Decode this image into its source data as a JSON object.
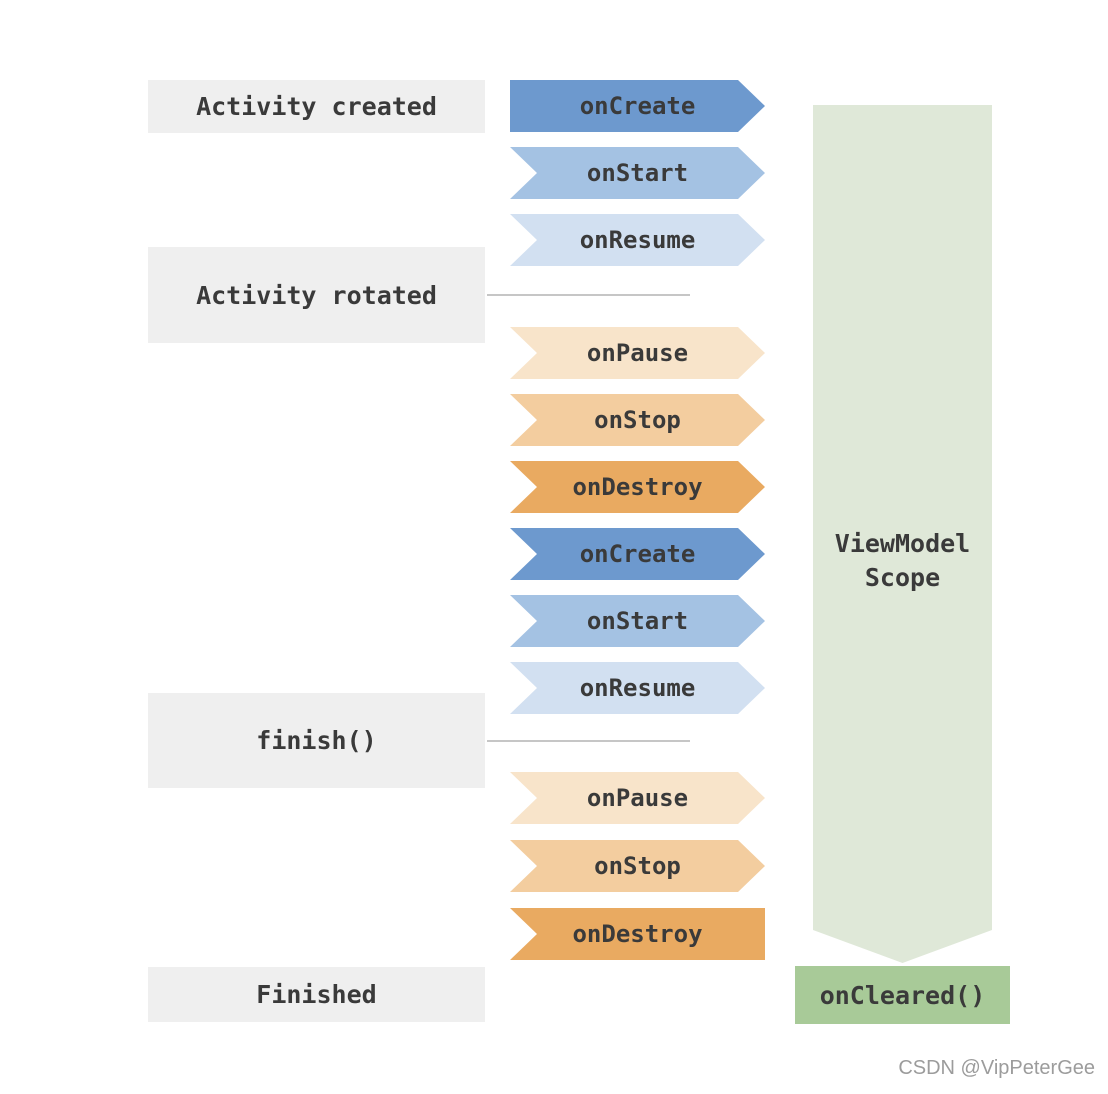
{
  "colors": {
    "blue-dark": "#6d99ce",
    "blue-mid": "#a4c2e3",
    "blue-light": "#d2e0f1",
    "orange-light": "#f8e4ca",
    "orange-mid": "#f3cd9f",
    "orange-dark": "#e9aa61",
    "green-light": "#dfe8d8",
    "green-mid": "#a8ca98",
    "gray-box": "#efefef",
    "text-dark": "#3a3a3a",
    "line": "#c6c6c6",
    "watermark-color": "#9c9c9c"
  },
  "stage_labels": [
    {
      "label": "Activity created"
    },
    {
      "label": "Activity rotated"
    },
    {
      "label": "finish()"
    },
    {
      "label": "Finished"
    }
  ],
  "lifecycle_arrows": [
    {
      "label": "onCreate",
      "color": "blue-dark"
    },
    {
      "label": "onStart",
      "color": "blue-mid"
    },
    {
      "label": "onResume",
      "color": "blue-light"
    },
    {
      "label": "onPause",
      "color": "orange-light"
    },
    {
      "label": "onStop",
      "color": "orange-mid"
    },
    {
      "label": "onDestroy",
      "color": "orange-dark"
    },
    {
      "label": "onCreate",
      "color": "blue-dark"
    },
    {
      "label": "onStart",
      "color": "blue-mid"
    },
    {
      "label": "onResume",
      "color": "blue-light"
    },
    {
      "label": "onPause",
      "color": "orange-light"
    },
    {
      "label": "onStop",
      "color": "orange-mid"
    },
    {
      "label": "onDestroy",
      "color": "orange-dark"
    }
  ],
  "viewmodel": {
    "scope_line1": "ViewModel",
    "scope_line2": "Scope",
    "cleared_label": "onCleared()"
  },
  "watermark": "CSDN @VipPeterGee"
}
